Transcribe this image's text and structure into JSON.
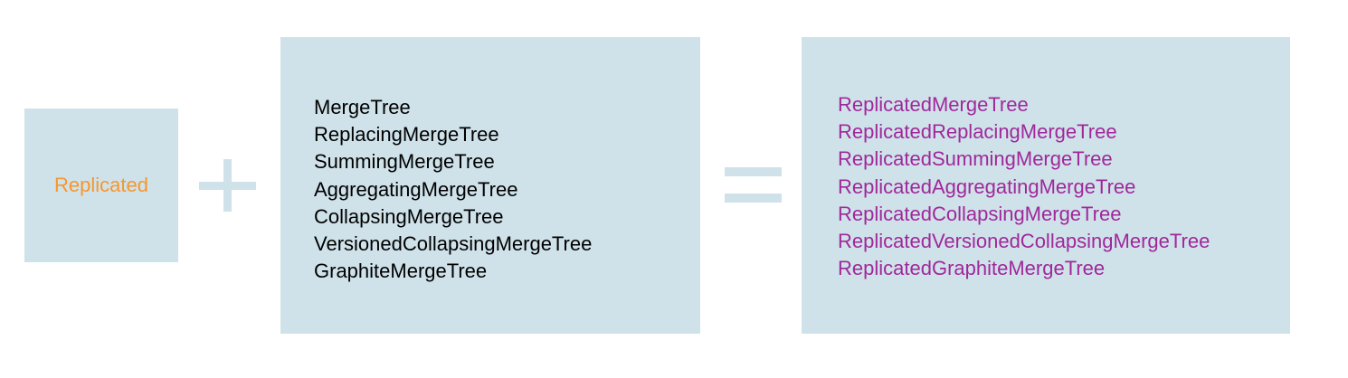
{
  "replicated_label": "Replicated",
  "engines": [
    "MergeTree",
    "ReplacingMergeTree",
    "SummingMergeTree",
    "AggregatingMergeTree",
    "CollapsingMergeTree",
    "VersionedCollapsingMergeTree",
    "GraphiteMergeTree"
  ],
  "results": [
    "ReplicatedMergeTree",
    "ReplicatedReplacingMergeTree",
    "ReplicatedSummingMergeTree",
    "ReplicatedAggregatingMergeTree",
    "ReplicatedCollapsingMergeTree",
    "ReplicatedVersionedCollapsingMergeTree",
    "ReplicatedGraphiteMergeTree"
  ],
  "colors": {
    "box_fill": "#cfe2ea",
    "replicated_text": "#f7962b",
    "engine_text": "#000000",
    "result_text": "#a0289a"
  },
  "operators": {
    "plus": "plus-sign",
    "equals": "equals-sign"
  }
}
